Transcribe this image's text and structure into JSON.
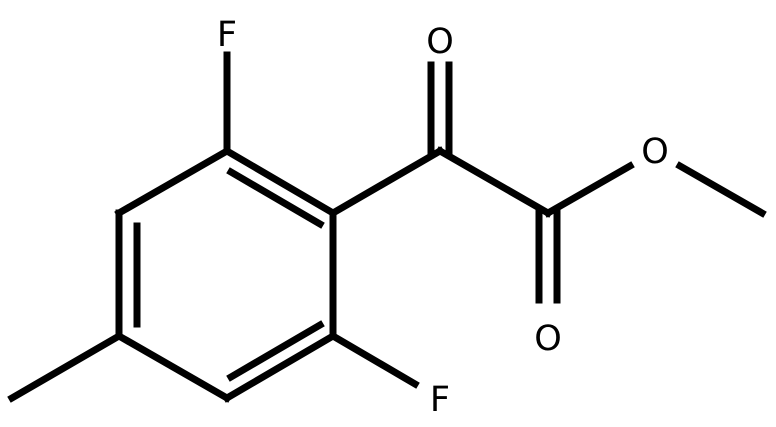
{
  "molecule": {
    "atoms": {
      "f_top": "F",
      "o_ketone": "O",
      "o_ester": "O",
      "o_carbonyl": "O",
      "f_bottom": "F"
    }
  }
}
